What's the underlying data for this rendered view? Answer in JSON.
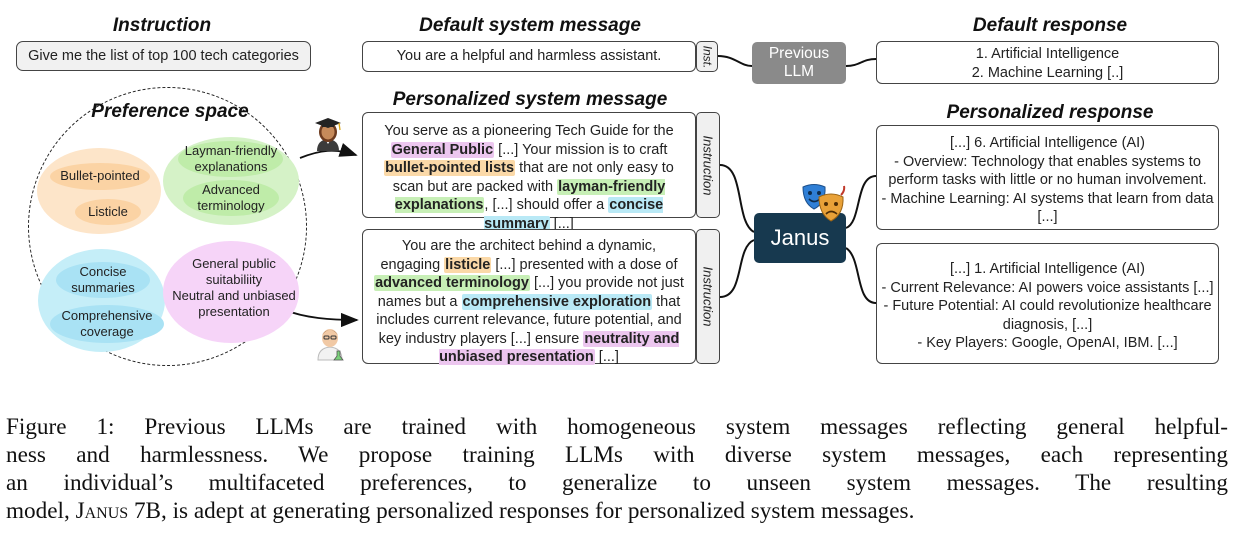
{
  "headings": {
    "instruction": "Instruction",
    "default_system": "Default system message",
    "default_response": "Default response",
    "preference_space": "Preference space",
    "personalized_system": "Personalized system message",
    "personalized_response": "Personalized response"
  },
  "instruction_text": "Give me the list of top 100 tech categories",
  "default_system_text": "You are a helpful and harmless assistant.",
  "inst_tab": "Inst.",
  "instruction_tab": "Instruction",
  "previous_llm": [
    "Previous",
    "LLM"
  ],
  "default_response_lines": [
    "1. Artificial Intelligence",
    "2. Machine Learning [..]"
  ],
  "preference_groups": {
    "orange": [
      "Bullet-pointed",
      "Listicle"
    ],
    "green": [
      "Layman-friendly explanations",
      "Advanced terminology"
    ],
    "blue": [
      "Concise summaries",
      "Comprehensive coverage"
    ],
    "purple": [
      "General public suitabiliity",
      "Neutral and unbiased presentation"
    ]
  },
  "sys1": {
    "t1": "You serve as a pioneering Tech Guide for the ",
    "h1": "General Public",
    "t2": " [...] Your mission is to craft ",
    "h2": "bullet-pointed lists",
    "t3": " that are not only easy to scan but are packed with ",
    "h3": "layman-friendly explanations",
    "t4": ", [...] should offer a ",
    "h4": "concise summary",
    "t5": " [...]"
  },
  "sys2": {
    "t1": "You are the architect behind a dynamic, engaging ",
    "h1": "listicle",
    "t2": "  [...] presented with a dose of ",
    "h2": "advanced terminology",
    "t3": " [...] you provide not just names but a ",
    "h3": "comprehensive exploration",
    "t4": " that includes current relevance, future potential, and key industry players [...] ensure ",
    "h4": "neutrality and unbiased presentation",
    "t5": " [...]"
  },
  "janus_label": "Janus",
  "response1_lines": [
    "[...] 6. Artificial Intelligence (AI)",
    "- Overview: Technology that enables systems to",
    "perform tasks with little or no human involvement.",
    "- Machine Learning: AI systems that learn from data",
    "[...]"
  ],
  "response2_lines": [
    "[...] 1. Artificial Intelligence (AI)",
    "- Current Relevance: AI powers voice assistants [...]",
    "- Future Potential: AI could revolutionize healthcare",
    "diagnosis, [...]",
    "- Key Players: Google, OpenAI, IBM. [...]"
  ],
  "caption": {
    "l1": "Figure 1: Previous LLMs are trained with homogeneous system messages reflecting general helpful-",
    "l2": "ness and harmlessness. We propose training LLMs with diverse system messages, each representing",
    "l3": "an individual’s multifaceted preferences, to generalize to unseen system messages. The resulting",
    "l4a": "model, ",
    "l4b": "Janus",
    "l4c": " 7B, is adept at generating personalized responses for personalized system messages."
  },
  "colors": {
    "previous_llm_bg": "#8a8a8a",
    "janus_bg": "#17394f",
    "highlight_purple": "#ecc6ef",
    "highlight_orange": "#fbd9a8",
    "highlight_green": "#c7efb6",
    "highlight_blue": "#b9e9f6"
  },
  "icons": [
    "woman-graduate-icon",
    "scientist-icon",
    "theater-masks-icon"
  ]
}
